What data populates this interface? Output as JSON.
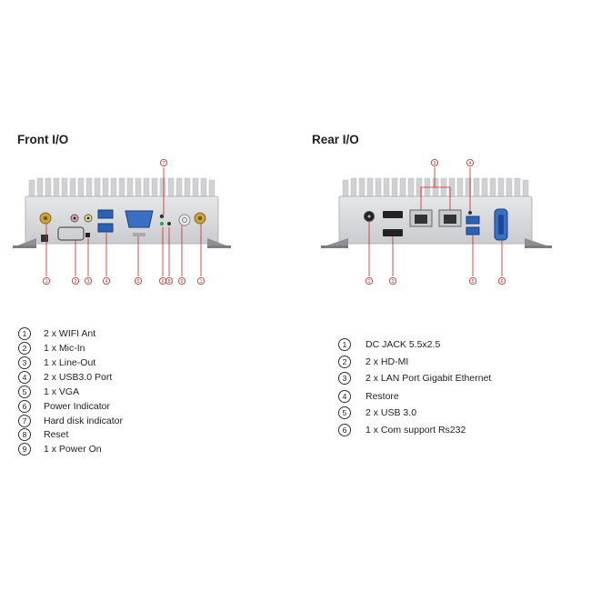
{
  "front": {
    "heading": "Front I/O",
    "callout_top": "7",
    "callouts_bottom": [
      "1",
      "2",
      "3",
      "4",
      "5",
      "6",
      "8",
      "9",
      "1"
    ],
    "legend": [
      {
        "num": "1",
        "text": "2 x WIFI Ant"
      },
      {
        "num": "2",
        "text": "1 x Mic-In"
      },
      {
        "num": "3",
        "text": "1 x Line-Out"
      },
      {
        "num": "4",
        "text": "2 x USB3.0 Port"
      },
      {
        "num": "5",
        "text": "1 x VGA"
      },
      {
        "num": "6",
        "text": "Power Indicator"
      },
      {
        "num": "7",
        "text": "Hard disk indicator"
      },
      {
        "num": "8",
        "text": "Reset"
      },
      {
        "num": "9",
        "text": "1 x Power On"
      }
    ]
  },
  "rear": {
    "heading": "Rear I/O",
    "callouts_top": [
      "3",
      "4"
    ],
    "callouts_bottom": [
      "1",
      "2",
      "5",
      "6"
    ],
    "legend": [
      {
        "num": "1",
        "text": "DC JACK 5.5x2.5"
      },
      {
        "num": "2",
        "text": "2 x HD-MI"
      },
      {
        "num": "3",
        "text": "2 x LAN Port Gigabit Ethernet"
      },
      {
        "num": "4",
        "text": "Restore"
      },
      {
        "num": "5",
        "text": "2 x USB 3.0"
      },
      {
        "num": "6",
        "text": "1 x Com support Rs232"
      }
    ]
  },
  "colors": {
    "callout": "#d22222",
    "chassis": "#d9dadc",
    "usb": "#2a62b8",
    "vga": "#3b6fc4"
  }
}
